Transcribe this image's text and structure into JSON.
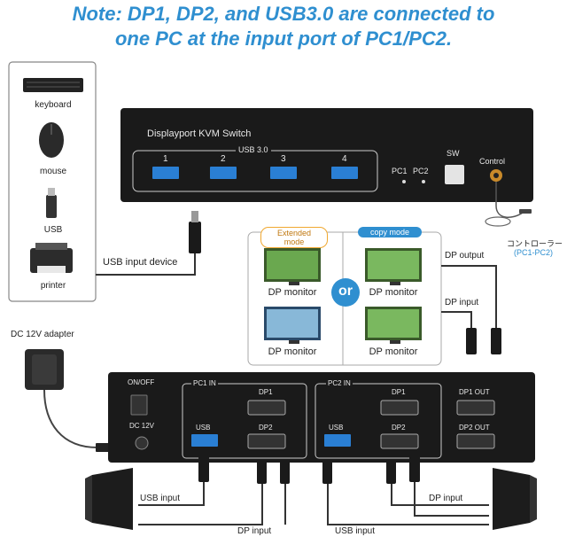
{
  "note": {
    "line1": "Note: DP1, DP2, and USB3.0 are connected to",
    "line2": "one PC at the input port of PC1/PC2.",
    "color": "#2f8fd0"
  },
  "peripherals": {
    "keyboard": "keyboard",
    "mouse": "mouse",
    "usb": "USB",
    "printer": "printer",
    "usb_input_device": "USB input device"
  },
  "front_panel": {
    "title": "Displayport KVM Switch",
    "usb_group": "USB 3.0",
    "ports": [
      "1",
      "2",
      "3",
      "4"
    ],
    "sw": "SW",
    "pc1": "PC1",
    "pc2": "PC2",
    "control": "Control"
  },
  "controller": {
    "jp": "コントローラー",
    "en": "(PC1-PC2)"
  },
  "modes": {
    "extended": "Extended mode",
    "copy": "copy mode",
    "or": "or",
    "dp_monitor": "DP monitor",
    "dp_output": "DP output",
    "dp_input": "DP input"
  },
  "adapter": "DC 12V adapter",
  "rear_panel": {
    "on_off": "ON/OFF",
    "dc12v": "DC 12V",
    "pc1_in": "PC1 IN",
    "pc2_in": "PC2 IN",
    "usb": "USB",
    "dp1": "DP1",
    "dp2": "DP2",
    "dp1_out": "DP1 OUT",
    "dp2_out": "DP2 OUT"
  },
  "bottom": {
    "usb_input": "USB input",
    "dp_input": "DP input"
  },
  "colors": {
    "usb_blue": "#2a7fd4",
    "chassis": "#1a1a1a",
    "accent": "#2f8fd0",
    "extended_tag": "#f0a830",
    "copy_tag": "#2f8fd0"
  }
}
